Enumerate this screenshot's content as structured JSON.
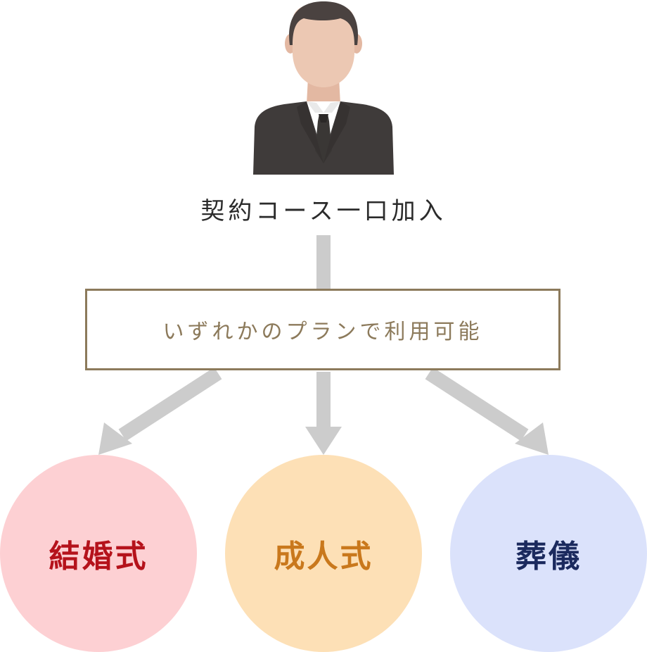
{
  "course": {
    "label": "契約コース一口加入"
  },
  "plan_box": {
    "label": "いずれかのプランで利用可能"
  },
  "options": [
    {
      "label": "結婚式",
      "bg_color": "#fdd0d3",
      "text_color": "#b5121b"
    },
    {
      "label": "成人式",
      "bg_color": "#fde0b6",
      "text_color": "#c9781c"
    },
    {
      "label": "葬儀",
      "bg_color": "#dbe2fb",
      "text_color": "#1b2a5e"
    }
  ],
  "colors": {
    "arrow": "#cccccc",
    "box_border": "#8c7a5b",
    "suit": "#3f3b3a",
    "skin": "#ecc8b3",
    "hair": "#4a4240",
    "tie": "#3a3735"
  }
}
